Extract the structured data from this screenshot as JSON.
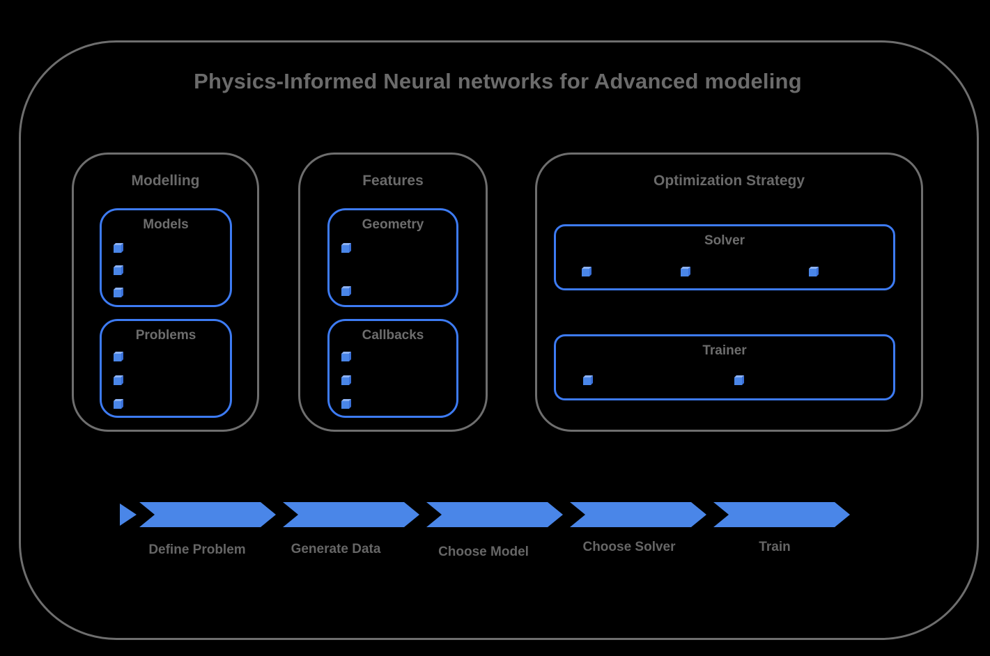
{
  "title": "Physics-Informed Neural networks for Advanced modeling",
  "groups": {
    "modelling": {
      "label": "Modelling",
      "boxes": {
        "models": {
          "label": "Models",
          "bullet_count": 3
        },
        "problems": {
          "label": "Problems",
          "bullet_count": 3
        }
      }
    },
    "features": {
      "label": "Features",
      "boxes": {
        "geometry": {
          "label": "Geometry",
          "bullet_count": 2
        },
        "callbacks": {
          "label": "Callbacks",
          "bullet_count": 3
        }
      }
    },
    "optimization": {
      "label": "Optimization Strategy",
      "boxes": {
        "solver": {
          "label": "Solver",
          "bullet_count": 3
        },
        "trainer": {
          "label": "Trainer",
          "bullet_count": 2
        }
      }
    }
  },
  "flow": {
    "steps": [
      {
        "label": "Define Problem"
      },
      {
        "label": "Generate Data"
      },
      {
        "label": "Choose Model"
      },
      {
        "label": "Choose Solver"
      },
      {
        "label": "Train"
      }
    ]
  },
  "colors": {
    "accent_blue": "#4a86e8",
    "border_blue": "#3d7bf3",
    "border_gray": "#6e6e6e",
    "text_gray": "#6b6b6b",
    "cube_front": "#4a86e8",
    "cube_top": "#8db2f3",
    "cube_side": "#3a70d8"
  }
}
